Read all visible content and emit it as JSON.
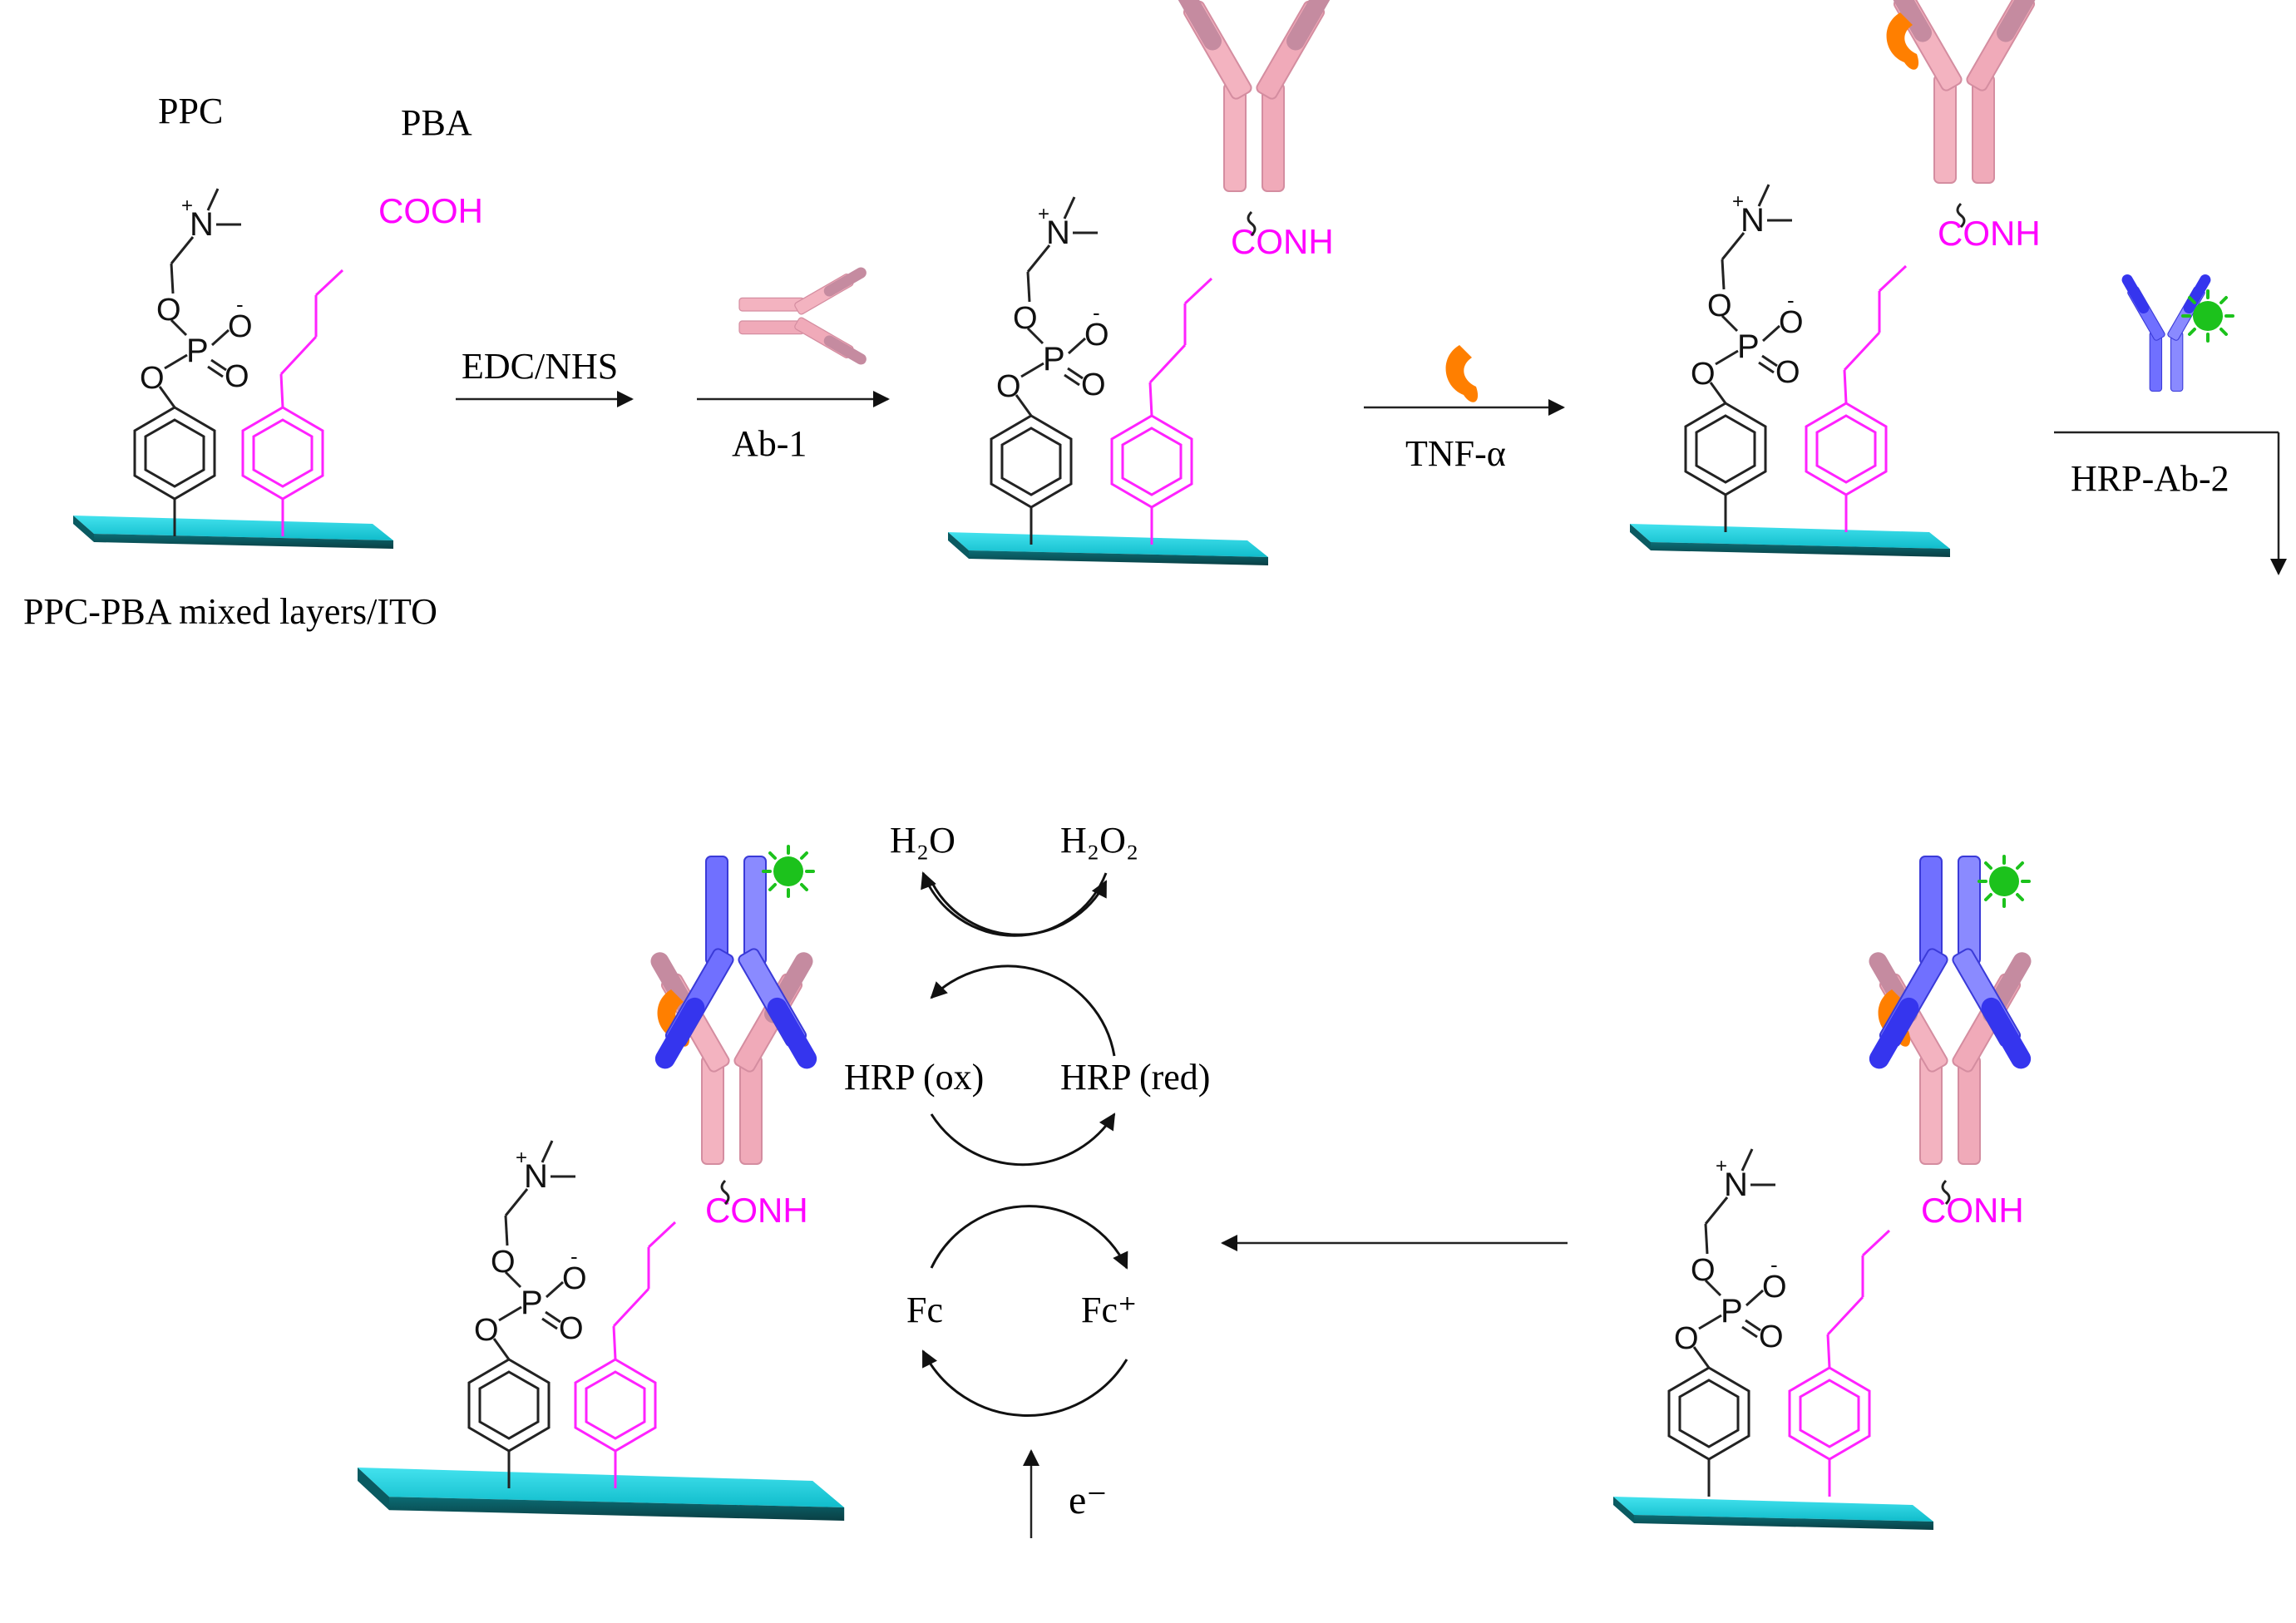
{
  "labels": {
    "ppc": "PPC",
    "pba": "PBA",
    "cooh": "COOH",
    "conh": "CONH",
    "ammonium": "N",
    "phosphorus": "P",
    "oxygen": "O",
    "surface_caption": "PPC-PBA mixed layers/ITO"
  },
  "steps": {
    "step1": "EDC/NHS",
    "step2": "Ab-1",
    "step3": "TNF-α",
    "step4": "HRP-Ab-2"
  },
  "cycle": {
    "h2o": "H₂O",
    "h2o2": "H₂O₂",
    "hrp_ox": "HRP (ox)",
    "hrp_red": "HRP (red)",
    "fc": "Fc",
    "fc_plus": "Fc⁺",
    "electron": "e⁻"
  },
  "colors": {
    "electrode": "#1ec8d6",
    "electrode_dark": "#0f7f88",
    "pba_linker": "#ff00ff",
    "capture_antibody": "#f2aebd",
    "capture_antibody_dark": "#c2879a",
    "detection_antibody": "#5a5aff",
    "detection_antibody_light": "#8c8cff",
    "tnf_alpha": "#ff8000",
    "hrp_label": "#13c313"
  },
  "icons": {
    "electrode": "electrode-slab-icon",
    "capture_antibody": "capture-antibody-icon",
    "detection_antibody": "hrp-antibody-icon",
    "antigen": "tnf-alpha-icon",
    "enzyme": "hrp-star-icon"
  }
}
